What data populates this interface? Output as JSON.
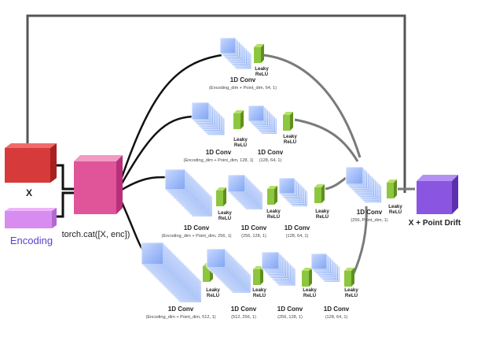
{
  "inputs": {
    "x_label": "X",
    "encoding_label": "Encoding",
    "concat_label": "torch.cat([X, enc])",
    "output_label": "X + Point Drift"
  },
  "activation_label_line1": "Leaky",
  "activation_label_line2": "ReLU",
  "conv_title": "1D Conv",
  "branch1": {
    "convs": [
      {
        "dims": "(Encoding_dim + Point_dim, 64, 1)"
      }
    ]
  },
  "branch2": {
    "convs": [
      {
        "dims": "(Encoding_dim + Point_dim, 128, 1)"
      },
      {
        "dims": "(128, 64, 1)"
      }
    ]
  },
  "branch3": {
    "convs": [
      {
        "dims": "(Encoding_dim + Point_dim, 256, 1)"
      },
      {
        "dims": "(256, 128, 1)"
      },
      {
        "dims": "(128, 64, 1)"
      }
    ]
  },
  "branch4": {
    "convs": [
      {
        "dims": "(Encoding_dim + Point_dim, 512, 1)"
      },
      {
        "dims": "(512, 256, 1)"
      },
      {
        "dims": "(256, 128, 1)"
      },
      {
        "dims": "(128, 64, 1)"
      }
    ]
  },
  "merge": {
    "convs": [
      {
        "dims": "(256, Point_dim, 1)"
      }
    ]
  },
  "colors": {
    "x_block": "#d63a3a",
    "encoding_block": "#d88cf0",
    "concat_block": "#e0559a",
    "output_block": "#8a55e0",
    "conv_block": "#8fb2f7",
    "relu_block": "#8dc63f",
    "line": "#7a7a7a",
    "skip_line": "#555555"
  }
}
